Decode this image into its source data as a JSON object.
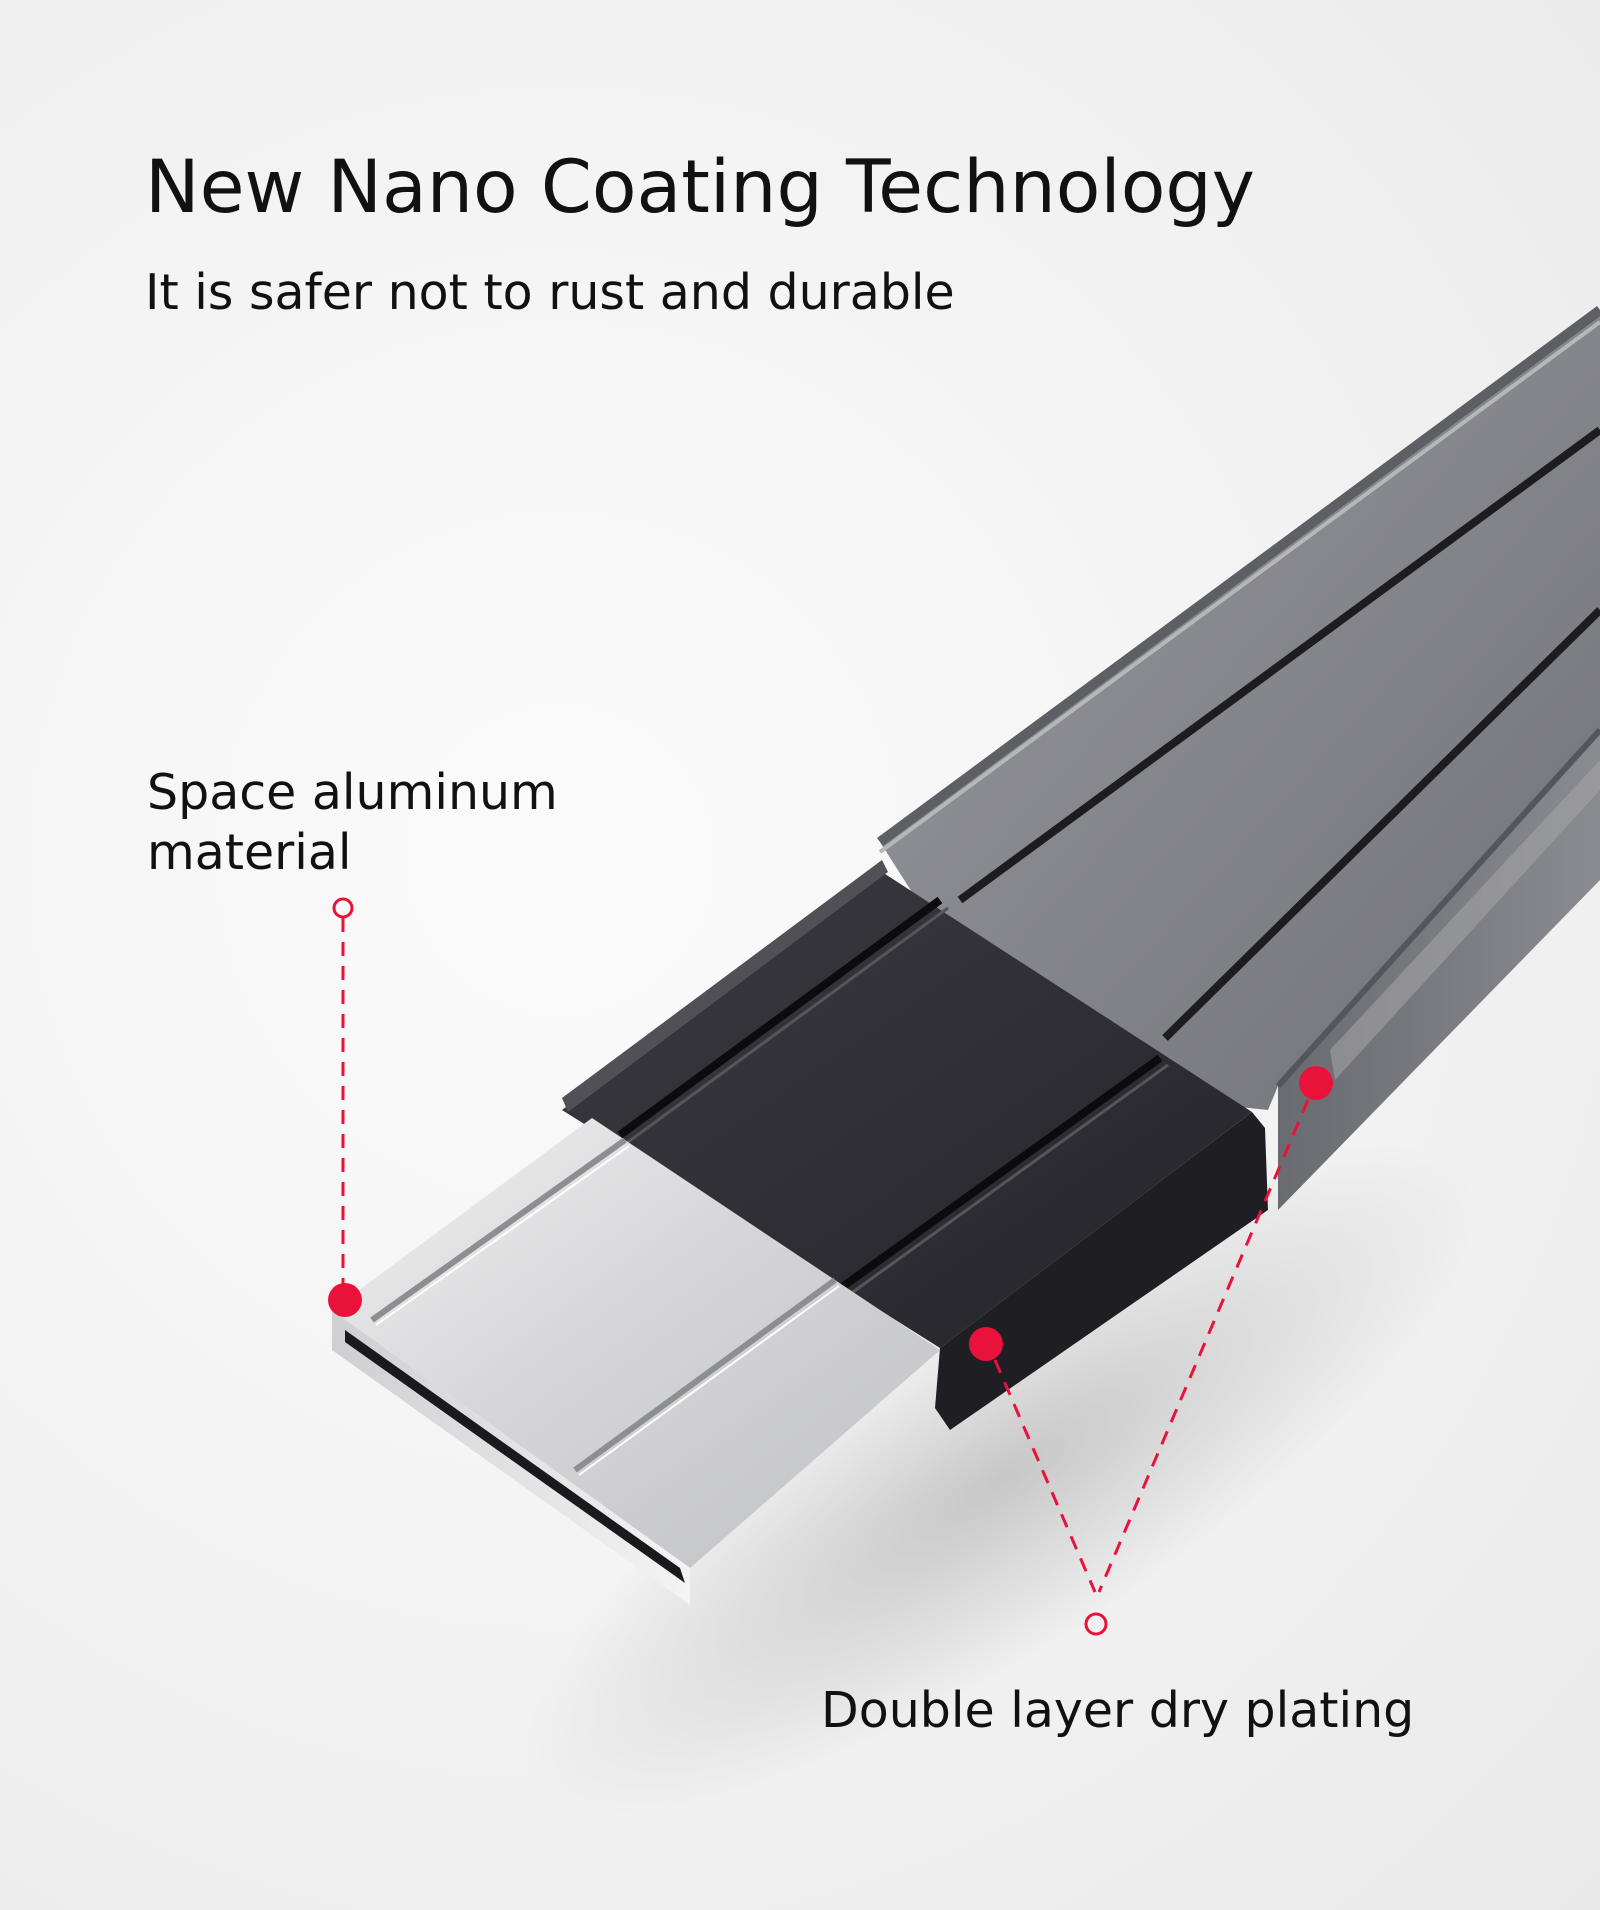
{
  "headline": "New Nano Coating Technology",
  "subheadline": "It is safer not to rust and durable",
  "callouts": {
    "left_label": "Space aluminum\nmaterial",
    "bottom_label": "Double layer dry plating"
  },
  "colors": {
    "marker": "#e8123a",
    "silver_layer": "#d9d9db",
    "black_layer": "#2c2c31",
    "gray_layer": "#828389",
    "text": "#111111"
  }
}
